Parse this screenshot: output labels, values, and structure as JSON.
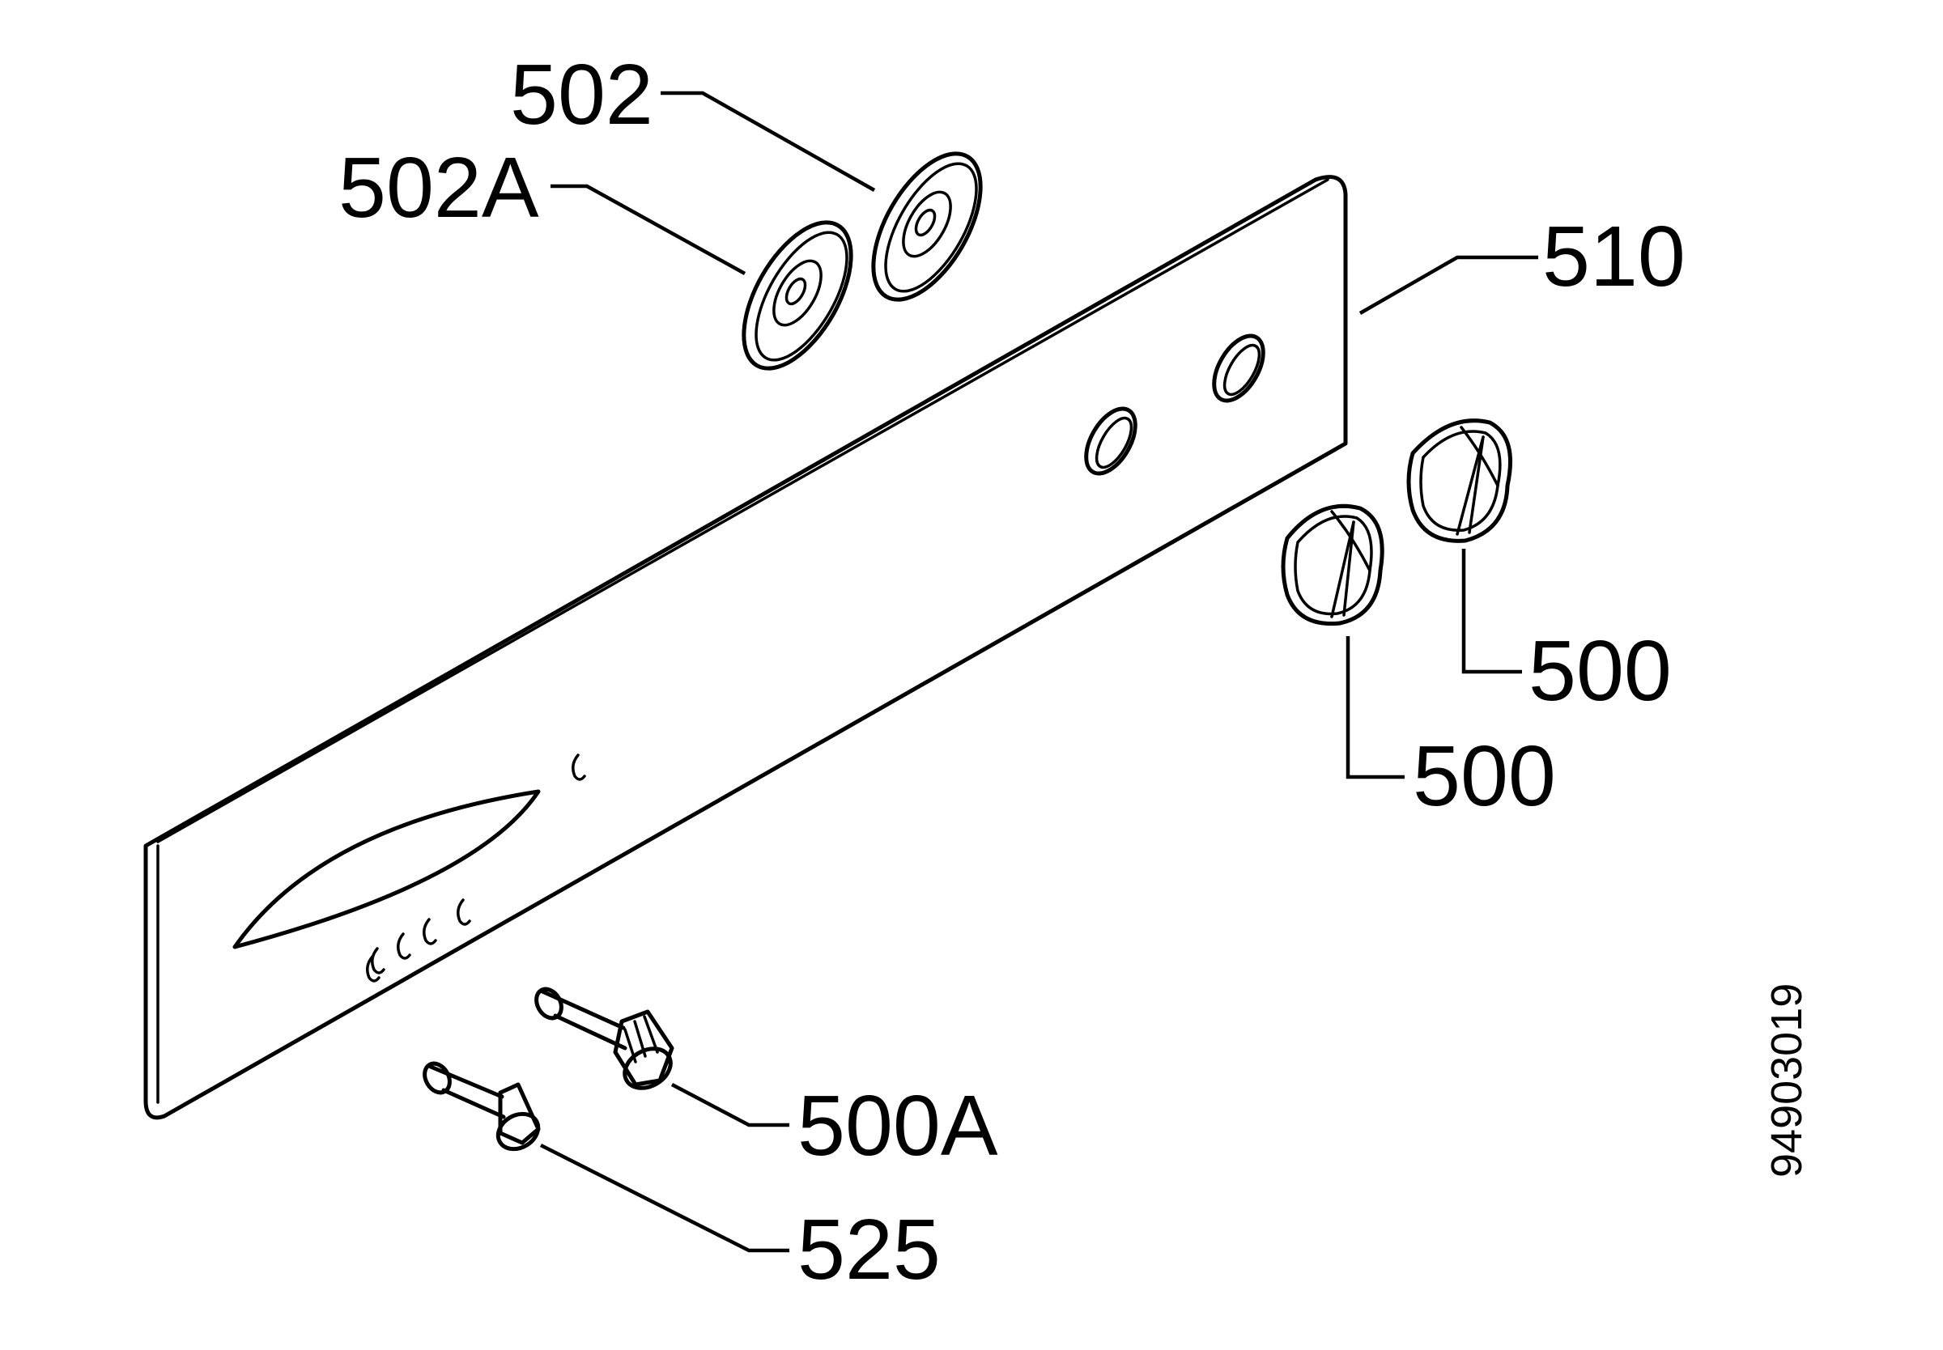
{
  "labels": {
    "p502": "502",
    "p502a": "502A",
    "p510": "510",
    "p500_rear": "500",
    "p500_front": "500",
    "p500a": "500A",
    "p525": "525"
  },
  "drawing_code": "94903019"
}
